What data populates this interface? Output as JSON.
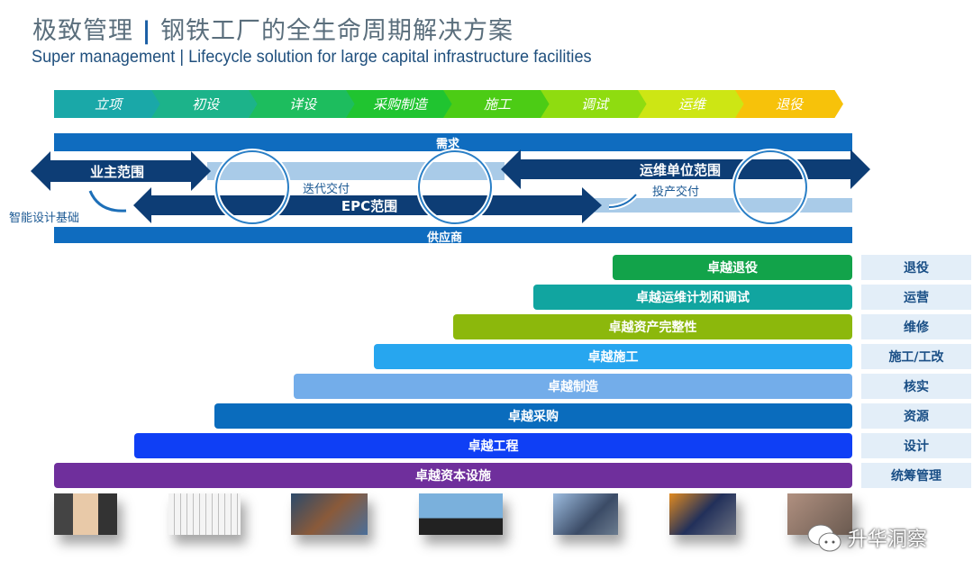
{
  "header": {
    "title_left": "极致管理",
    "title_sep": "|",
    "title_right": "钢铁工厂的全生命周期解决方案",
    "subtitle": "Super management | Lifecycle solution for large capital infrastructure facilities"
  },
  "phases": [
    {
      "label": "立项",
      "color": "#1aa8a8"
    },
    {
      "label": "初设",
      "color": "#1cb38a"
    },
    {
      "label": "详设",
      "color": "#1dbd5e"
    },
    {
      "label": "采购制造",
      "color": "#20c430"
    },
    {
      "label": "施工",
      "color": "#4ccc15"
    },
    {
      "label": "调试",
      "color": "#8fdc10"
    },
    {
      "label": "运维",
      "color": "#cde614"
    },
    {
      "label": "退役",
      "color": "#f7c20a"
    }
  ],
  "lifecycle": {
    "top_band": "需求",
    "bottom_band": "供应商",
    "owner_scope": "业主范围",
    "epc_scope": "EPC范围",
    "om_scope": "运维单位范围",
    "iterative_delivery": "迭代交付",
    "commissioning_delivery": "投产交付",
    "smart_design_basis": "智能设计基础"
  },
  "tiers": [
    {
      "label": "卓越退役",
      "color": "#12a34a",
      "side_label": "退役"
    },
    {
      "label": "卓越运维计划和调试",
      "color": "#11a5a0",
      "side_label": "运营"
    },
    {
      "label": "卓越资产完整性",
      "color": "#8cb80c",
      "side_label": "维修"
    },
    {
      "label": "卓越施工",
      "color": "#27a6ef",
      "side_label": "施工/工改"
    },
    {
      "label": "卓越制造",
      "color": "#73adea",
      "side_label": "核实"
    },
    {
      "label": "卓越采购",
      "color": "#0a6cbd",
      "side_label": "资源"
    },
    {
      "label": "卓越工程",
      "color": "#0f3ff5",
      "side_label": "设计"
    },
    {
      "label": "卓越资本设施",
      "color": "#6f2f9c",
      "side_label": "统筹管理"
    }
  ],
  "photos": [
    "handshake",
    "engineering-drawing",
    "manufacturing-equipment",
    "construction-crane",
    "engineers-review",
    "maintenance-worker",
    "machinery-dismantling"
  ],
  "watermark": "升华洞察"
}
